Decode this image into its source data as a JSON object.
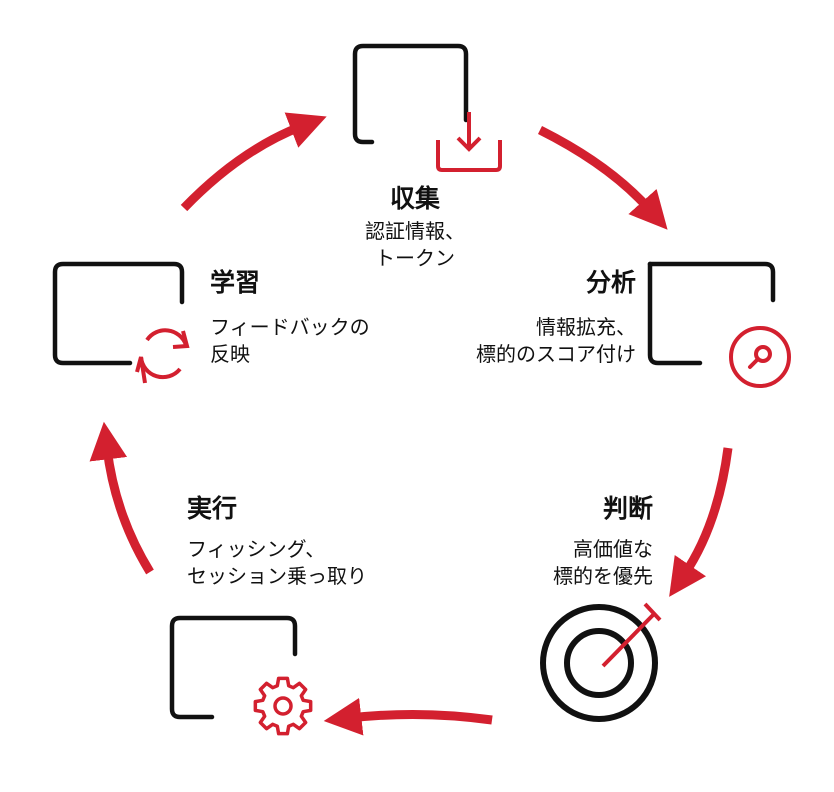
{
  "colors": {
    "accent": "#d3202f",
    "ink": "#111111",
    "background": "#ffffff"
  },
  "stages": [
    {
      "id": "collect",
      "title": "収集",
      "desc": [
        "認証情報、",
        "トークン"
      ],
      "icon": "download-tray-icon"
    },
    {
      "id": "analyze",
      "title": "分析",
      "desc": [
        "情報拡充、",
        "標的のスコア付け"
      ],
      "icon": "magnifier-icon"
    },
    {
      "id": "judge",
      "title": "判断",
      "desc": [
        "高価値な",
        "標的を優先"
      ],
      "icon": "target-icon"
    },
    {
      "id": "execute",
      "title": "実行",
      "desc": [
        "フィッシング、",
        "セッション乗っ取り"
      ],
      "icon": "gear-icon"
    },
    {
      "id": "learn",
      "title": "学習",
      "desc": [
        "フィードバックの",
        "反映"
      ],
      "icon": "refresh-cycle-icon"
    }
  ]
}
